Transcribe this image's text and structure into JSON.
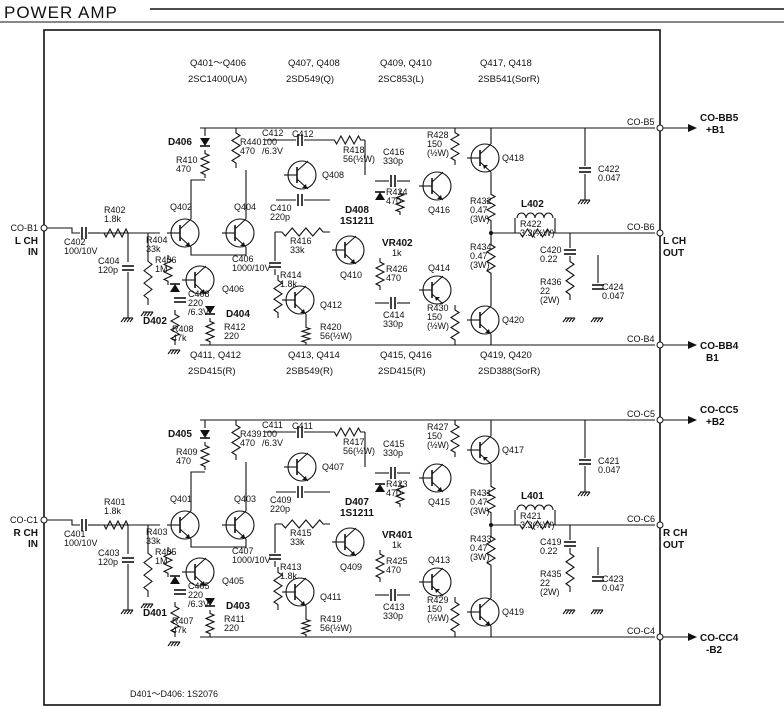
{
  "title": "POWER AMP",
  "upper": {
    "headers": [
      {
        "t1": "Q401～Q406",
        "t2": "2SC1400(UA)"
      },
      {
        "t1": "Q407, Q408",
        "t2": "2SD549(Q)"
      },
      {
        "t1": "Q409, Q410",
        "t2": "2SC853(L)"
      },
      {
        "t1": "Q417, Q418",
        "t2": "2SB541(SorR)"
      }
    ],
    "input": {
      "conn": "CO-B1",
      "ch": "L CH",
      "io": "IN"
    },
    "outputs": {
      "top": "CO-B5",
      "mid": "CO-B6",
      "bot": "CO-B4"
    },
    "ext": {
      "top1": "CO-BB5",
      "top2": "+B1",
      "mid1": "L CH",
      "mid2": "OUT",
      "bot1": "CO-BB4",
      "bot2": "B1"
    },
    "transistors": [
      "Q402",
      "Q404",
      "Q406",
      "Q408",
      "Q410",
      "Q412",
      "Q414",
      "Q416",
      "Q418",
      "Q420"
    ],
    "diodes": [
      "D406",
      "D408",
      "D404",
      "D402"
    ],
    "diode_extra": "1S1211",
    "vr": {
      "name": "VR402",
      "value": "1k"
    },
    "coil": "L402",
    "parts": [
      {
        "n": "C402",
        "v1": "100/10V"
      },
      {
        "n": "R402",
        "v1": "1.8k"
      },
      {
        "n": "R404",
        "v1": "33k"
      },
      {
        "n": "C404",
        "v1": "120p"
      },
      {
        "n": "R406",
        "v1": "1M"
      },
      {
        "n": "C408",
        "v1": "220",
        "v2": "/6.3V"
      },
      {
        "n": "R408",
        "v1": "47k"
      },
      {
        "n": "R412",
        "v1": "220"
      },
      {
        "n": "R410",
        "v1": "470"
      },
      {
        "n": "R440",
        "v1": "470"
      },
      {
        "n": "C412",
        "v1": "100",
        "v2": "/6.3V"
      },
      {
        "n": "R418",
        "v1": "56(½W)"
      },
      {
        "n": "C410",
        "v1": "220p"
      },
      {
        "n": "R416",
        "v1": "33k"
      },
      {
        "n": "C406",
        "v1": "1000/10V"
      },
      {
        "n": "R414",
        "v1": "1.8k"
      },
      {
        "n": "R420",
        "v1": "56(½W)"
      },
      {
        "n": "C416",
        "v1": "330p"
      },
      {
        "n": "R424",
        "v1": "470"
      },
      {
        "n": "R426",
        "v1": "470"
      },
      {
        "n": "C414",
        "v1": "330p"
      },
      {
        "n": "R428",
        "v1": "150",
        "v2": "(½W)"
      },
      {
        "n": "R432",
        "v1": "0.47",
        "v2": "(3W)"
      },
      {
        "n": "R434",
        "v1": "0.47",
        "v2": "(3W)"
      },
      {
        "n": "R430",
        "v1": "150",
        "v2": "(½W)"
      },
      {
        "n": "R422",
        "v1": "3.3(½W)"
      },
      {
        "n": "C420",
        "v1": "0.22"
      },
      {
        "n": "R436",
        "v1": "22",
        "v2": "(2W)"
      },
      {
        "n": "C422",
        "v1": "0.047"
      },
      {
        "n": "C424",
        "v1": "0.047"
      }
    ]
  },
  "lower": {
    "headers": [
      {
        "t1": "Q411, Q412",
        "t2": "2SD415(R)"
      },
      {
        "t1": "Q413, Q414",
        "t2": "2SB549(R)"
      },
      {
        "t1": "Q415, Q416",
        "t2": "2SD415(R)"
      },
      {
        "t1": "Q419, Q420",
        "t2": "2SD388(SorR)"
      }
    ],
    "input": {
      "conn": "CO-C1",
      "ch": "R CH",
      "io": "IN"
    },
    "outputs": {
      "top": "CO-C5",
      "mid": "CO-C6",
      "bot": "CO-C4"
    },
    "ext": {
      "top1": "CO-CC5",
      "top2": "+B2",
      "mid1": "R CH",
      "mid2": "OUT",
      "bot1": "CO-CC4",
      "bot2": "-B2"
    },
    "transistors": [
      "Q401",
      "Q403",
      "Q405",
      "Q407",
      "Q409",
      "Q411",
      "Q413",
      "Q415",
      "Q417",
      "Q419"
    ],
    "diodes": [
      "D405",
      "D407",
      "D403",
      "D401"
    ],
    "diode_extra": "1S1211",
    "vr": {
      "name": "VR401",
      "value": "1k"
    },
    "coil": "L401",
    "parts": [
      {
        "n": "C401",
        "v1": "100/10V"
      },
      {
        "n": "R401",
        "v1": "1.8k"
      },
      {
        "n": "R403",
        "v1": "33k"
      },
      {
        "n": "C403",
        "v1": "120p"
      },
      {
        "n": "R405",
        "v1": "1M"
      },
      {
        "n": "C405",
        "v1": "220",
        "v2": "/6.3V"
      },
      {
        "n": "R407",
        "v1": "47k"
      },
      {
        "n": "R411",
        "v1": "220"
      },
      {
        "n": "R409",
        "v1": "470"
      },
      {
        "n": "R439",
        "v1": "470"
      },
      {
        "n": "C411",
        "v1": "100",
        "v2": "/6.3V"
      },
      {
        "n": "R417",
        "v1": "56(½W)"
      },
      {
        "n": "C409",
        "v1": "220p"
      },
      {
        "n": "R415",
        "v1": "33k"
      },
      {
        "n": "C407",
        "v1": "1000/10V"
      },
      {
        "n": "R413",
        "v1": "1.8k"
      },
      {
        "n": "R419",
        "v1": "56(½W)"
      },
      {
        "n": "C415",
        "v1": "330p"
      },
      {
        "n": "R423",
        "v1": "470"
      },
      {
        "n": "R425",
        "v1": "470"
      },
      {
        "n": "C413",
        "v1": "330p"
      },
      {
        "n": "R427",
        "v1": "150",
        "v2": "(½W)"
      },
      {
        "n": "R431",
        "v1": "0.47",
        "v2": "(3W)"
      },
      {
        "n": "R433",
        "v1": "0.47",
        "v2": "(3W)"
      },
      {
        "n": "R429",
        "v1": "150",
        "v2": "(½W)"
      },
      {
        "n": "R421",
        "v1": "3.3(½W)"
      },
      {
        "n": "C419",
        "v1": "0.22"
      },
      {
        "n": "R435",
        "v1": "22",
        "v2": "(2W)"
      },
      {
        "n": "C421",
        "v1": "0.047"
      },
      {
        "n": "C423",
        "v1": "0.047"
      }
    ]
  },
  "footer": "D401～D406: 1S2076"
}
